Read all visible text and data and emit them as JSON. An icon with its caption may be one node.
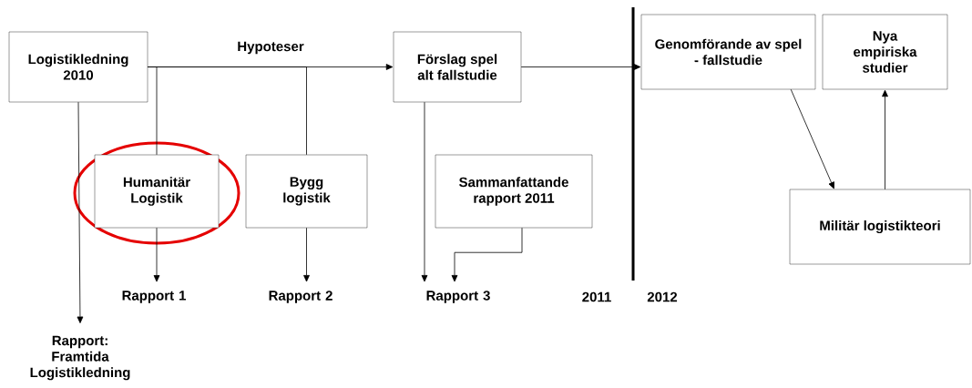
{
  "diagram": {
    "nodes": [
      {
        "text": [
          "Logistikledning 2010"
        ]
      },
      {
        "text": [
          "Förslag spel alt fallstudie"
        ]
      },
      {
        "text": [
          "Genomförande av spel - fallstudie"
        ]
      },
      {
        "text": [
          "Nya empiriska studier"
        ]
      },
      {
        "text": [
          "Humanitär Logistik"
        ]
      },
      {
        "text": [
          "Bygg logistik"
        ]
      },
      {
        "text": [
          "Sammanfattande rapport 2011"
        ]
      },
      {
        "text": [
          "Militär logistikteori"
        ]
      },
      {
        "text": [
          "Rapport 1"
        ]
      },
      {
        "text": [
          "Rapport 2"
        ]
      },
      {
        "text": [
          "Rapport 3"
        ]
      },
      {
        "text": [
          "Rapport: Framtida Logistikledning"
        ]
      }
    ],
    "edges": [
      {
        "from": 0,
        "to": 1,
        "arrow": "to",
        "label": "Hypoteser"
      },
      {
        "from": 0,
        "to": 4,
        "arrow": "none"
      },
      {
        "from": 0,
        "to": 5,
        "arrow": "none"
      },
      {
        "from": 1,
        "to": 2,
        "arrow": "to"
      },
      {
        "from": 0,
        "to": 11,
        "arrow": "to"
      },
      {
        "from": 4,
        "to": 8,
        "arrow": "to"
      },
      {
        "from": 5,
        "to": 9,
        "arrow": "to"
      },
      {
        "from": 1,
        "to": 10,
        "arrow": "to"
      },
      {
        "from": 6,
        "to": 10,
        "arrow": "to"
      },
      {
        "from": 2,
        "to": 7,
        "arrow": "to"
      },
      {
        "from": 7,
        "to": 3,
        "arrow": "to"
      }
    ],
    "labels": [
      "2011",
      "2012"
    ]
  }
}
